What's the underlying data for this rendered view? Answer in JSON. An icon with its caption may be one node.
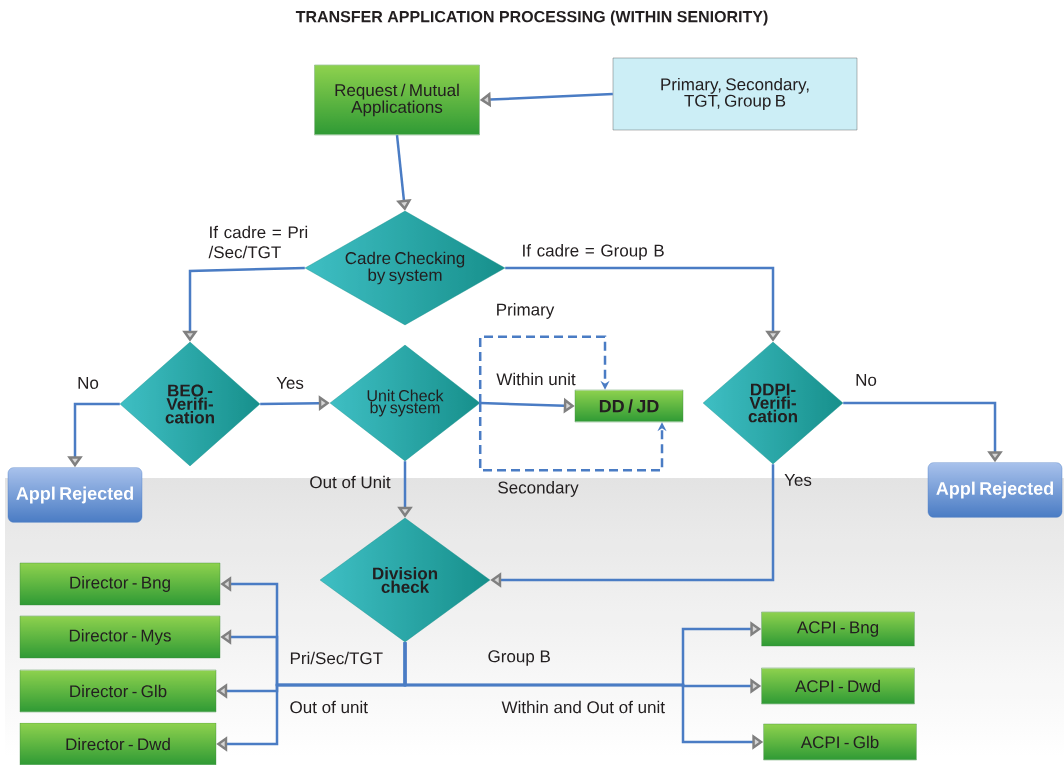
{
  "diagram": {
    "title": "TRANSFER APPLICATION PROCESSING (WITHIN SENIORITY)",
    "nodes": [
      {
        "text": [
          "Request / Mutual Applications"
        ]
      },
      {
        "text": [
          "Primary, Secondary, TGT, Group B"
        ]
      },
      {
        "text": [
          "Cadre Checking by system"
        ]
      },
      {
        "text": [
          "BEO - Verifi- cation"
        ]
      },
      {
        "text": [
          "Unit Check by system"
        ]
      },
      {
        "text": [
          "DD / JD"
        ]
      },
      {
        "text": [
          "DDPI- Verifi- cation"
        ]
      },
      {
        "text": [
          "Appl Rejected"
        ]
      },
      {
        "text": [
          "Appl Rejected"
        ]
      },
      {
        "text": [
          "Division check"
        ]
      },
      {
        "text": [
          "Director - Bng"
        ]
      },
      {
        "text": [
          "Director - Mys"
        ]
      },
      {
        "text": [
          "Director - Glb"
        ]
      },
      {
        "text": [
          "Director - Dwd"
        ]
      },
      {
        "text": [
          "ACPI - Bng"
        ]
      },
      {
        "text": [
          "ACPI - Dwd"
        ]
      },
      {
        "text": [
          "ACPI - Glb"
        ]
      }
    ],
    "edges": [
      {
        "from": 1,
        "to": 0,
        "arrow": "to"
      },
      {
        "from": 0,
        "to": 2,
        "arrow": "to"
      },
      {
        "from": 2,
        "to": 3,
        "arrow": "to",
        "label": "If cadre = Pri /Sec/TGT"
      },
      {
        "from": 2,
        "to": 6,
        "arrow": "to",
        "label": "If cadre = Group B"
      },
      {
        "from": 3,
        "to": 7,
        "arrow": "to",
        "label": "No"
      },
      {
        "from": 3,
        "to": 4,
        "arrow": "to",
        "label": "Yes"
      },
      {
        "from": 4,
        "to": 5,
        "arrow": "to",
        "label": "Within unit"
      },
      {
        "from": 4,
        "to": 5,
        "arrow": "to",
        "label": "Primary",
        "style": "dashed"
      },
      {
        "from": 4,
        "to": 5,
        "arrow": "to",
        "label": "Secondary",
        "style": "dashed"
      },
      {
        "from": 6,
        "to": 8,
        "arrow": "to",
        "label": "No"
      },
      {
        "from": 6,
        "to": 9,
        "arrow": "to",
        "label": "Yes"
      },
      {
        "from": 4,
        "to": 9,
        "arrow": "to",
        "label": "Out of Unit"
      },
      {
        "from": 9,
        "to": 10,
        "arrow": "to"
      },
      {
        "from": 9,
        "to": 11,
        "arrow": "to"
      },
      {
        "from": 9,
        "to": 12,
        "arrow": "to"
      },
      {
        "from": 9,
        "to": 13,
        "arrow": "to"
      },
      {
        "from": 9,
        "to": 14,
        "arrow": "to"
      },
      {
        "from": 9,
        "to": 15,
        "arrow": "to"
      },
      {
        "from": 9,
        "to": 16,
        "arrow": "to"
      }
    ],
    "labels": [
      "Pri/Sec/TGT",
      "Group B",
      "Out of unit",
      "Within and Out of unit"
    ]
  }
}
